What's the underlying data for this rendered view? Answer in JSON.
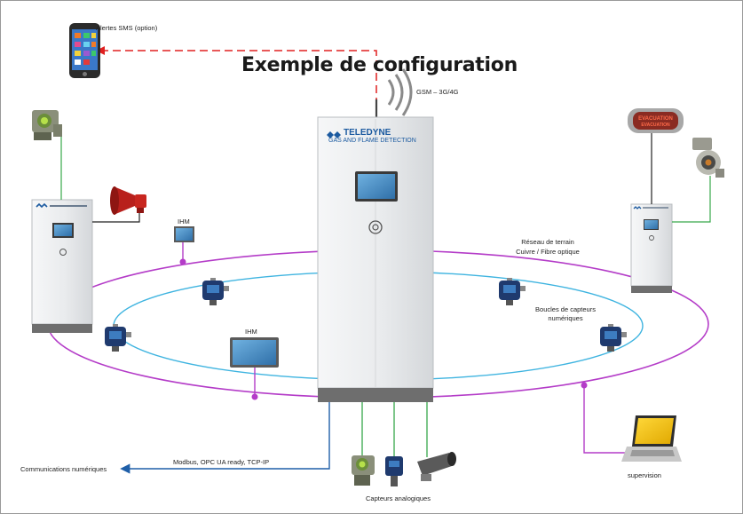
{
  "title": "Exemple de configuration",
  "labels": {
    "sms": "Alertes SMS (option)",
    "gsm": "GSM – 3G/4G",
    "brand_name": "TELEDYNE",
    "brand_sub": "GAS AND FLAME DETECTION",
    "ihm_top": "IHM",
    "ihm_bottom": "IHM",
    "field_network_line1": "Réseau de terrain",
    "field_network_line2": "Cuivre / Fibre optique",
    "sensor_loops_line1": "Boucles de capteurs",
    "sensor_loops_line2": "numériques",
    "comms": "Communications numériques",
    "protocols": "Modbus, OPC UA ready, TCP-IP",
    "analog": "Capteurs analogiques",
    "supervision": "supervision",
    "sign_text": "EVACUATION"
  },
  "colors": {
    "field_network": "#b43cc8",
    "sensor_loop": "#3fb4e0",
    "analog_wire": "#37a84a",
    "sms_link": "#e02020",
    "comms_arrow": "#1f5fa8",
    "cabinet_body": "#eceef0",
    "cabinet_base": "#6e6e6e",
    "screen": "#4a8fc9",
    "detector_blue": "#1f3a6e",
    "horn_red": "#b8201c",
    "laptop_screen": "#f2c21a",
    "brand_blue": "#1b5aa0"
  },
  "icons": [
    "smartphone-icon",
    "antenna-waves-icon",
    "horn-icon",
    "hmi-panel-icon",
    "gas-detector-icon",
    "flame-detector-icon",
    "laptop-icon",
    "evacuation-sign-icon"
  ]
}
